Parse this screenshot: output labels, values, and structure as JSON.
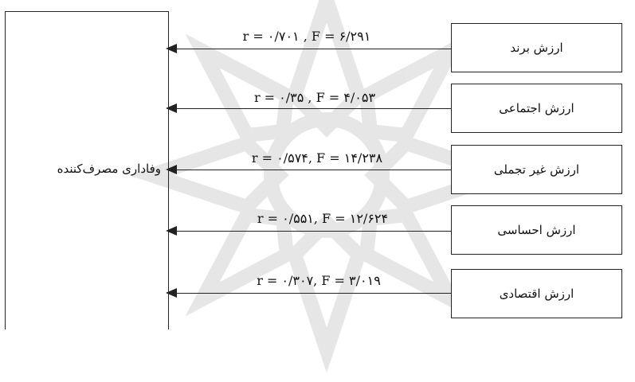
{
  "diagram": {
    "target": {
      "label": "وفاداری مصرف‌کننده"
    },
    "sources": [
      {
        "label": "ارزش برند",
        "stat": "r = ۰/۷۰۱ , F = ۶/۲۹۱"
      },
      {
        "label": "ارزش اجتماعی",
        "stat": "r = ۰/۳۵ , F = ۴/۰۵۳"
      },
      {
        "label": "ارزش غیر تجملی",
        "stat": "r = ۰/۵۷۴, F = ۱۴/۲۳۸"
      },
      {
        "label": "ارزش احساسی",
        "stat": "r = ۰/۵۵۱, F = ۱۲/۶۲۴"
      },
      {
        "label": "ارزش اقتصادی",
        "stat": "r = ۰/۳۰۷, F = ۳/۰۱۹"
      }
    ],
    "colors": {
      "line": "#222222",
      "watermark": "#c9c9c9"
    }
  }
}
